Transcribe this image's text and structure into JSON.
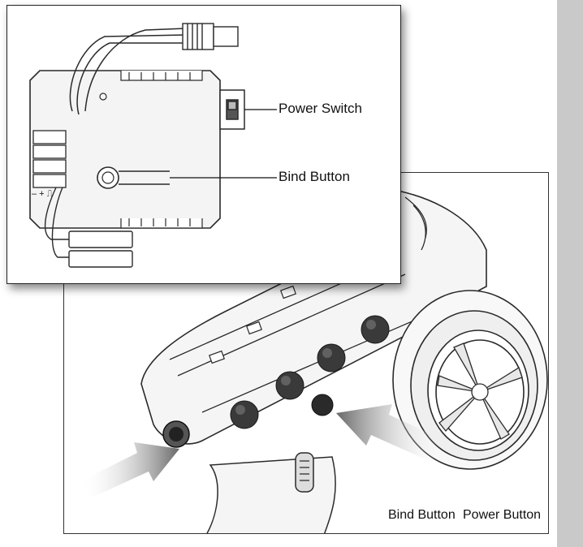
{
  "inset": {
    "power_switch_label": "Power Switch",
    "bind_button_label": "Bind Button",
    "polarity_label": "– + ⎍"
  },
  "transmitter": {
    "bind_button_label": "Bind Button",
    "power_button_label": "Power Button"
  },
  "colors": {
    "line": "#2a2a2a",
    "body_fill": "#f4f4f4",
    "knob": "#3a3a3a",
    "arrow": "#6e6e6e",
    "side_bar": "#c9c9c9"
  }
}
